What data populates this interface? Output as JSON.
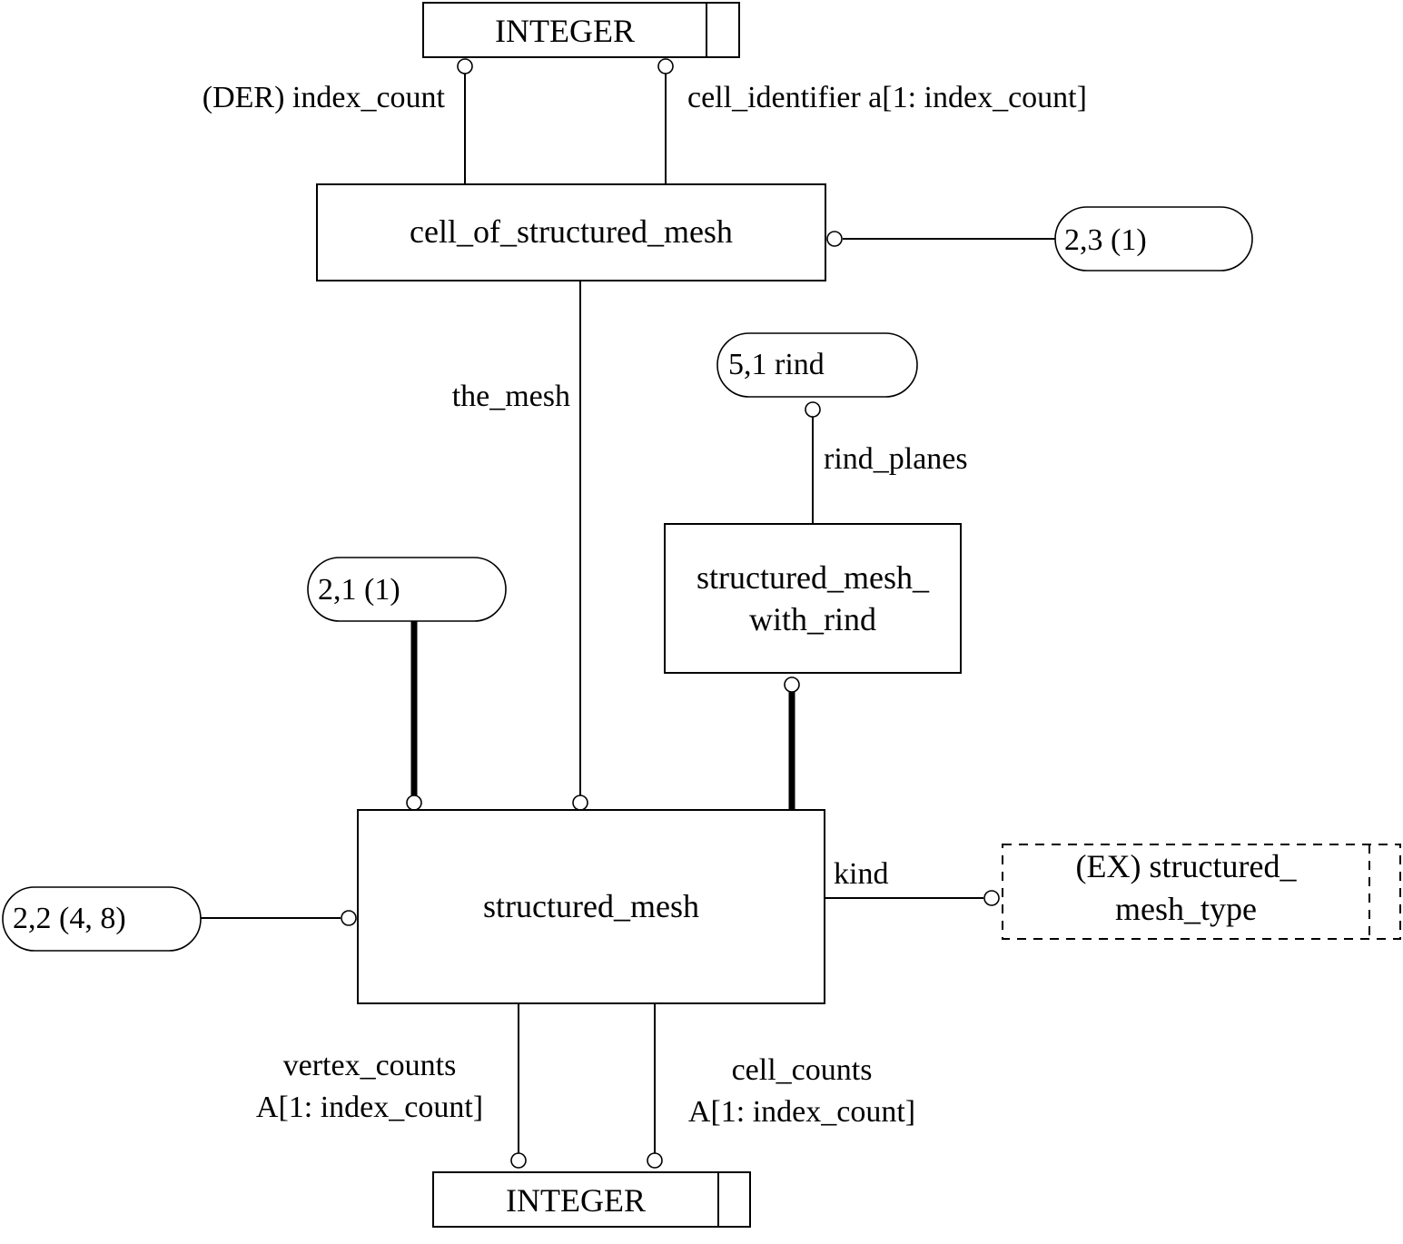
{
  "diagram": {
    "type": "EXPRESS-G schema diagram",
    "entities": {
      "integer_top": {
        "label": "INTEGER",
        "kind": "simple-type"
      },
      "cell_of_structured_mesh": {
        "label": "cell_of_structured_mesh",
        "kind": "entity"
      },
      "structured_mesh_with_rind": {
        "line1": "structured_mesh_",
        "line2": "with_rind",
        "kind": "entity"
      },
      "structured_mesh": {
        "label": "structured_mesh",
        "kind": "entity"
      },
      "structured_mesh_type": {
        "line1": "(EX) structured_",
        "line2": "mesh_type",
        "kind": "external-defined-type"
      },
      "integer_bottom": {
        "label": "INTEGER",
        "kind": "simple-type"
      }
    },
    "page_refs": {
      "ref_2_3": {
        "label": "2,3 (1)"
      },
      "ref_5_1": {
        "label": "5,1 rind"
      },
      "ref_2_1": {
        "label": "2,1 (1)"
      },
      "ref_2_2": {
        "label": "2,2 (4, 8)"
      }
    },
    "relations": {
      "index_count": {
        "label": "(DER) index_count",
        "from": "cell_of_structured_mesh",
        "to": "INTEGER"
      },
      "cell_identifier": {
        "label": "cell_identifier a[1: index_count]",
        "from": "cell_of_structured_mesh",
        "to": "INTEGER"
      },
      "the_mesh": {
        "label": "the_mesh",
        "from": "cell_of_structured_mesh",
        "to": "structured_mesh"
      },
      "rind_planes": {
        "label": "rind_planes",
        "from": "structured_mesh_with_rind",
        "to": "5,1 rind"
      },
      "kind": {
        "label": "kind",
        "from": "structured_mesh",
        "to": "structured_mesh_type"
      },
      "vertex_counts": {
        "line1": "vertex_counts",
        "line2": "A[1: index_count]",
        "from": "structured_mesh",
        "to": "INTEGER"
      },
      "cell_counts": {
        "line1": "cell_counts",
        "line2": "A[1: index_count]",
        "from": "structured_mesh",
        "to": "INTEGER"
      }
    }
  }
}
